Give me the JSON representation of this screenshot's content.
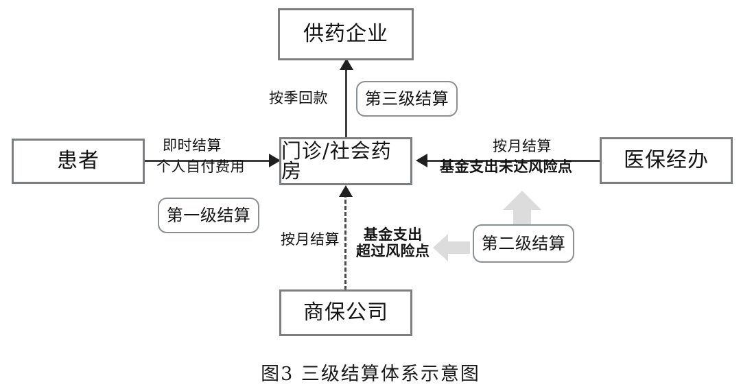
{
  "figure": {
    "caption": "图3  三级结算体系示意图",
    "colors": {
      "box_border": "#7b7f82",
      "badge_border": "#8a8f93",
      "line": "#3d3d3d",
      "block_arrow": "#dcdcdc",
      "text": "#131313",
      "background": "#ffffff"
    }
  },
  "nodes": {
    "supplier": "供药企业",
    "clinic": "门诊/社会药房",
    "patient": "患者",
    "insurer": "医保经办",
    "commercial_insurer": "商保公司"
  },
  "badges": {
    "level_one": "第一级结算",
    "level_two": "第二级结算",
    "level_three": "第三级结算"
  },
  "edge_labels": {
    "quarterly_payback": "按季回款",
    "instant_settlement": "即时结算",
    "personal_self_pay": "个人自付费用",
    "monthly_settlement_right": "按月结算",
    "fund_under_risk_point": "基金支出未达风险点",
    "monthly_settlement_bottom": "按月结算",
    "fund_over_risk_line1": "基金支出",
    "fund_over_risk_line2": "超过风险点"
  }
}
